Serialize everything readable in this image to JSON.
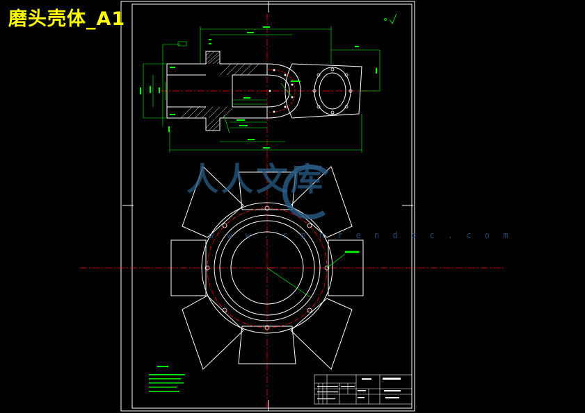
{
  "window": {
    "title": "磨头壳体_A1"
  },
  "watermark": {
    "text": "人人文库",
    "url": "w w w . r e n r e n d o c . c o m"
  },
  "drawing": {
    "part_name": "磨头壳体"
  },
  "colors": {
    "background": "#000000",
    "outline": "#ffffff",
    "centerline": "#ff0000",
    "dimension": "#00ff00",
    "title": "#ffff00",
    "watermark": "#2a5c86"
  }
}
